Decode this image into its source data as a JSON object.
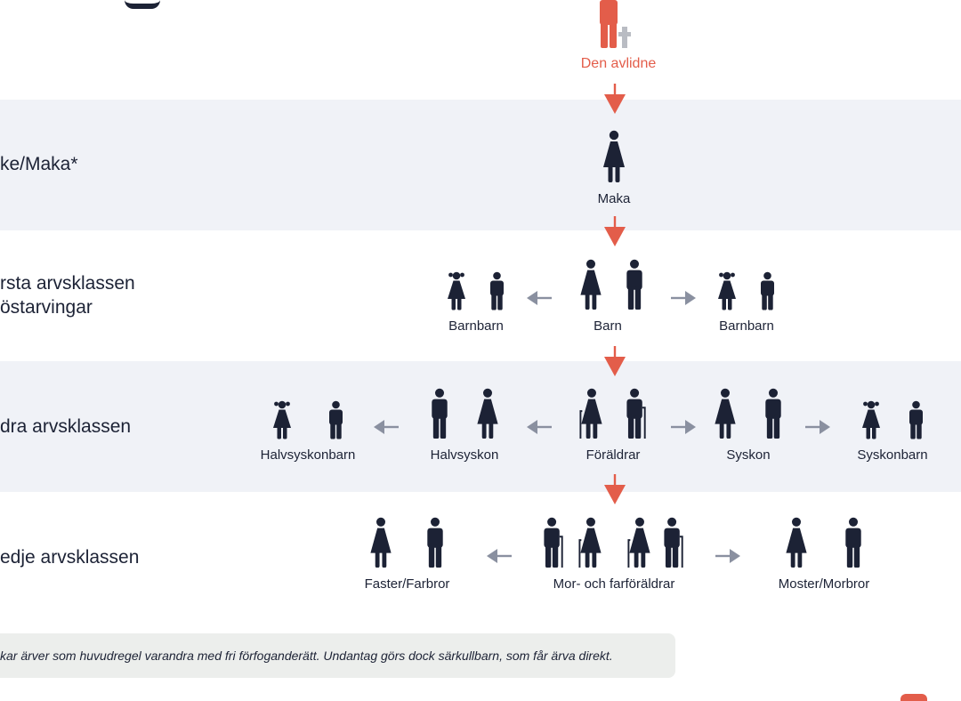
{
  "deceased": {
    "label": "Den avlidne"
  },
  "rows": [
    {
      "label_lines": [
        "ke/Maka*"
      ]
    },
    {
      "label_lines": [
        "rsta arvsklassen",
        "östarvingar"
      ]
    },
    {
      "label_lines": [
        "dra arvsklassen"
      ]
    },
    {
      "label_lines": [
        "edje arvsklassen"
      ]
    }
  ],
  "nodes": {
    "maka": "Maka",
    "barn": "Barn",
    "barnbarn_left": "Barnbarn",
    "barnbarn_right": "Barnbarn",
    "foraldrar": "Föräldrar",
    "halvsyskon": "Halvsyskon",
    "halvsyskonbarn": "Halvsyskonbarn",
    "syskon": "Syskon",
    "syskonbarn": "Syskonbarn",
    "mor_farforaldrar": "Mor- och farföräldrar",
    "faster_farbror": "Faster/Farbror",
    "moster_morbror": "Moster/Morbror"
  },
  "footnote": "kar ärver som huvudregel varandra med fri förfoganderätt. Undantag görs dock särkullbarn, som får ärva direkt.",
  "colors": {
    "accent": "#e35d4a",
    "navy": "#1c2235",
    "band": "#f0f2f7",
    "gray_arrow": "#8a90a0",
    "cross": "#b9bcc3"
  }
}
